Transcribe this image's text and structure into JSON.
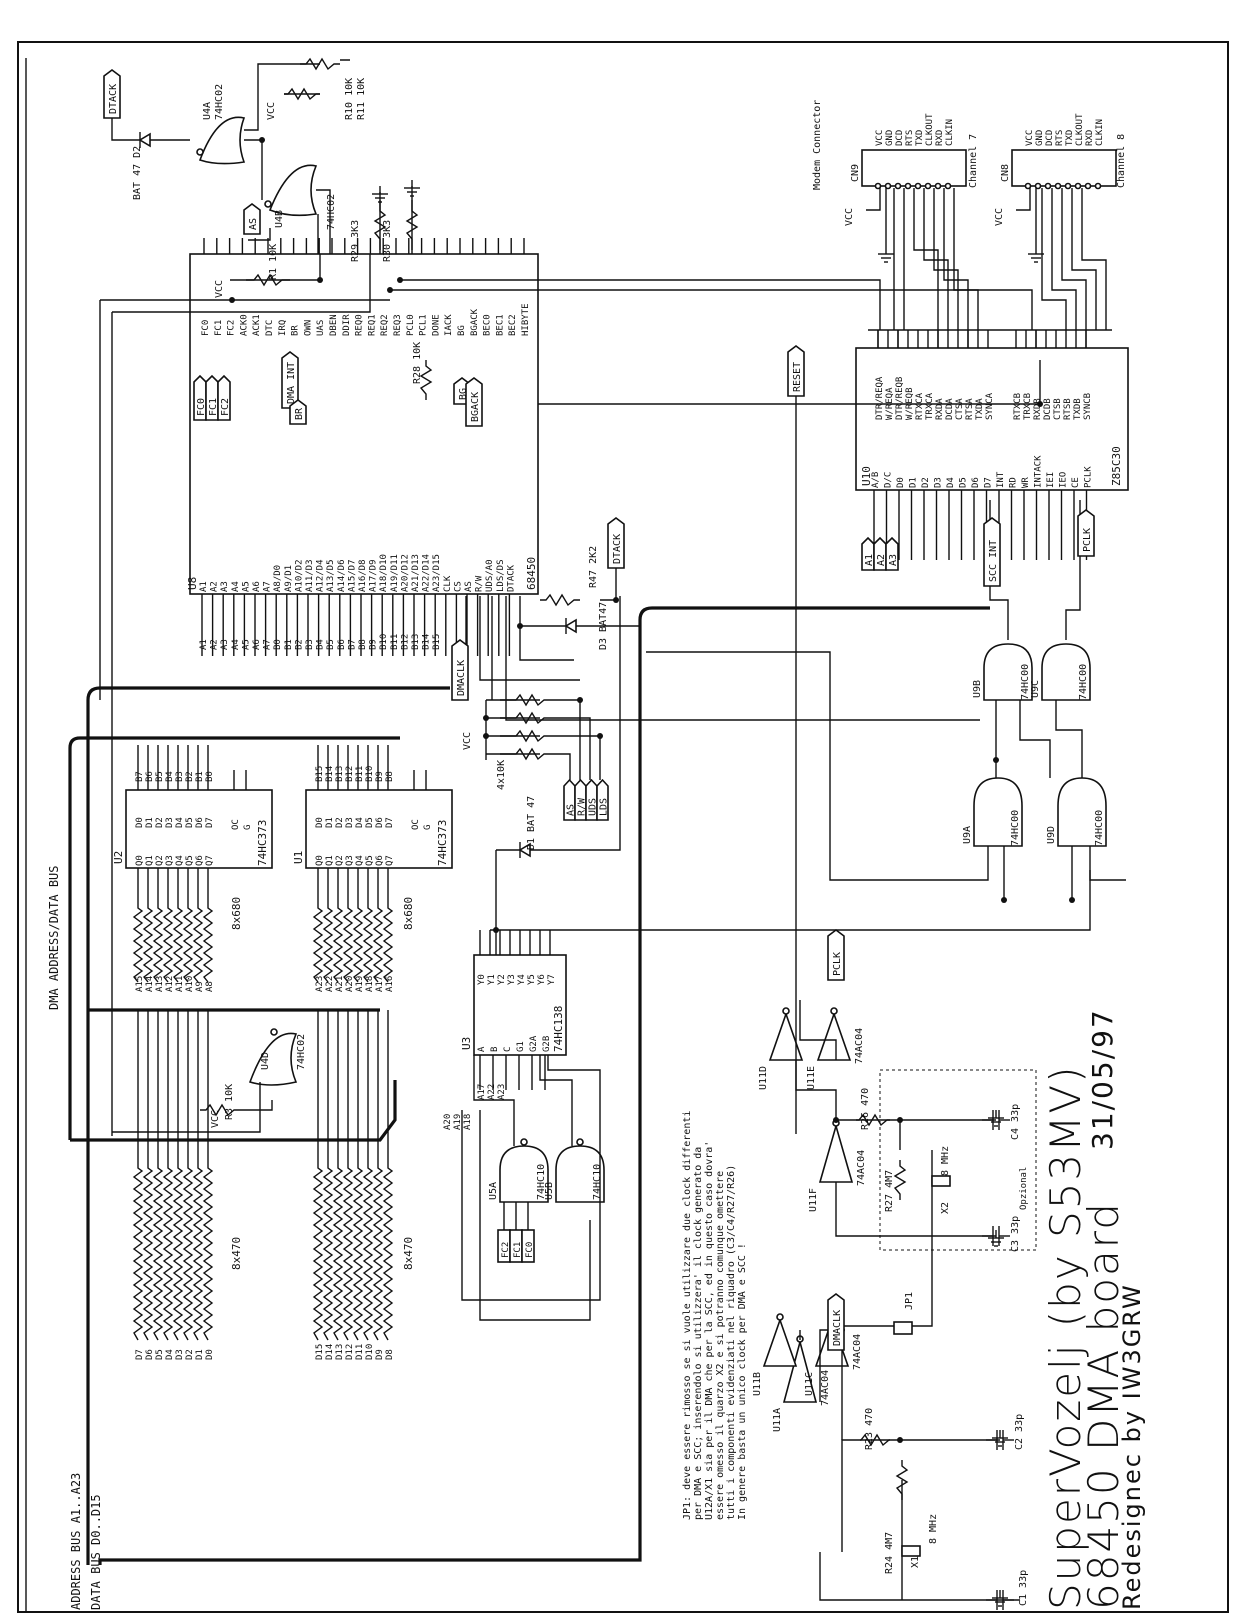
{
  "title": {
    "line1": "SuperVozelj  (by S53MV)",
    "line2": "68450 DMA board",
    "date": "31/05/97",
    "credit": "Redesignec by IW3GRW"
  },
  "buses": {
    "dma_bus": "DMA ADDRESS/DATA BUS",
    "address_bus": "ADDRESS BUS A1..A23",
    "data_bus": "DATA BUS D0..D15"
  },
  "note": {
    "lines": [
      "JP1: deve essere rimosso se si vuole utilizzare due clock differenti",
      "per DMA e SCC; inserendolo si utilizzera' il clock generato da",
      "U12A/X1 sia per il DMA che per la SCC, ed in questo caso dovra'",
      "essere omesso il quarzo X2 e si potranno comunque omettere",
      "tutti i componenti evidenziati nel riquadro (C3/C4/R27/R26)",
      "In genere basta un unico clock per DMA e SCC !"
    ]
  },
  "chips": {
    "u8": {
      "ref": "U8",
      "part": "68450",
      "pins_top": [
        "FC0",
        "FC1",
        "FC2",
        "ACK0",
        "ACK1",
        "DTC",
        "IRQ",
        "BR",
        "OWN",
        "UAS",
        "DBEN",
        "DDIR",
        "REQ0",
        "REQ1",
        "REQ2",
        "REQ3",
        "PCL0",
        "PCL1",
        "DONE",
        "IACK",
        "BG",
        "BGACK",
        "BEC0",
        "BEC1",
        "BEC2",
        "HIBYTE"
      ],
      "pins_bottom": [
        "A1",
        "A2",
        "A3",
        "A4",
        "A5",
        "A6",
        "A7",
        "A8/D0",
        "A9/D1",
        "A10/D2",
        "A11/D3",
        "A12/D4",
        "A13/D5",
        "A14/D6",
        "A15/D7",
        "A16/D8",
        "A17/D9",
        "A18/D10",
        "A19/D11",
        "A20/D12",
        "A21/D13",
        "A22/D14",
        "A23/D15",
        "CLK",
        "CS",
        "AS",
        "R/W",
        "UDS/A0",
        "LDS/DS",
        "DTACK"
      ]
    },
    "u10": {
      "ref": "U10",
      "part": "Z85C30",
      "pins_a": [
        "DTR/REQA",
        "W/REQA",
        "DTR/REQB",
        "W/REQB",
        "RTXCA",
        "TRXCA",
        "RXDA",
        "DCDA",
        "CTSA",
        "RTSA",
        "TXDA",
        "SYNCA"
      ],
      "pins_b": [
        "RTXCB",
        "TRXCB",
        "RXDB",
        "DCDB",
        "CTSB",
        "RTSB",
        "TXDB",
        "SYNCB"
      ],
      "pins_c": [
        "A/B",
        "D/C",
        "D0",
        "D1",
        "D2",
        "D3",
        "D4",
        "D5",
        "D6",
        "D7",
        "INT",
        "RD",
        "WR",
        "INTACK",
        "IEI",
        "IEO",
        "CE",
        "PCLK"
      ]
    },
    "u2": {
      "ref": "U2",
      "part": "74HC373"
    },
    "u1": {
      "ref": "U1",
      "part": "74HC373"
    },
    "u3": {
      "ref": "U3",
      "part": "74HC138"
    },
    "u4a": {
      "ref": "U4A",
      "part": "74HC02"
    },
    "u4b": {
      "ref": "U4B",
      "part": "74HC02"
    },
    "u4d": {
      "ref": "U4D",
      "part": "74HC02"
    },
    "u5a": {
      "ref": "U5A",
      "part": "74HC10"
    },
    "u5b": {
      "ref": "U5B",
      "part": "74HC10"
    },
    "u9a": {
      "ref": "U9A",
      "part": "74HC00"
    },
    "u9b": {
      "ref": "U9B",
      "part": "74HC00"
    },
    "u9c": {
      "ref": "U9C",
      "part": "74HC00"
    },
    "u9d": {
      "ref": "U9D",
      "part": "74HC00"
    },
    "u11a": {
      "ref": "U11A",
      "part": "74AC04"
    },
    "u11b": {
      "ref": "U11B",
      "part": ""
    },
    "u11c": {
      "ref": "U11C",
      "part": "74AC04"
    },
    "u11d": {
      "ref": "U11D",
      "part": ""
    },
    "u11e": {
      "ref": "U11E",
      "part": "74AC04"
    },
    "u11f": {
      "ref": "U11F",
      "part": "74AC04"
    }
  },
  "latch_pins": [
    "D0",
    "D1",
    "D2",
    "D3",
    "D4",
    "D5",
    "D6",
    "D7",
    "Q0",
    "Q1",
    "Q2",
    "Q3",
    "Q4",
    "Q5",
    "Q6",
    "Q7",
    "OC",
    "G"
  ],
  "u3_pins": [
    "Y0",
    "Y1",
    "Y2",
    "Y3",
    "Y4",
    "Y5",
    "Y6",
    "Y7",
    "A",
    "B",
    "C",
    "G1",
    "G2A",
    "G2B"
  ],
  "connectors": {
    "cn9": {
      "ref": "CN9",
      "title": "Modem Connector",
      "channel": "Channel 7",
      "pins": [
        "VCC",
        "GND",
        "DCD",
        "RTS",
        "TXD",
        "CLKOUT",
        "RXD",
        "CLKIN"
      ]
    },
    "cn8": {
      "ref": "CN8",
      "channel": "Channel 8",
      "pins": [
        "VCC",
        "GND",
        "DCD",
        "RTS",
        "TXD",
        "CLKOUT",
        "RXD",
        "CLKIN"
      ]
    }
  },
  "resistors": {
    "r10": "R10 10K",
    "r11": "R11 10K",
    "r1": "R1 10K",
    "r3": "R3 10K",
    "r29": "R29 3K3",
    "r30": "R30 3K3",
    "r28": "R28 10K",
    "r47": "R47 2K2",
    "r_array": "4x10K",
    "r_8x680_a": "8x680",
    "r_8x680_b": "8x680",
    "r_8x470_a": "8x470",
    "r_8x470_b": "8x470",
    "r23": "R23 470",
    "r24": "R24 4M7",
    "r26": "R26 470",
    "r27": "R27 4M7"
  },
  "diodes": {
    "d1": "D1 BAT 47",
    "d2": "BAT 47 D2",
    "d3": "D3 BAT47"
  },
  "crystals": {
    "x1": "X1",
    "x1_freq": "8 MHz",
    "x2": "X2",
    "x2_freq": "8 MHz"
  },
  "caps": {
    "c1": "C1 33p",
    "c2": "C2 33p",
    "c3": "C3 33p",
    "c4": "C4 33p"
  },
  "jumper": "JP1",
  "optional_label": "Opzional",
  "signals": {
    "dtack": "DTACK",
    "reset": "RESET",
    "pclk": "PCLK",
    "dmaclk": "DMACLK",
    "scc_int": "SCC INT",
    "dma_int": "DMA INT",
    "br": "BR",
    "bg": "BG",
    "bgack": "BGACK",
    "as": "AS",
    "vcc": "VCC",
    "fc": [
      "FC0",
      "FC1",
      "FC2"
    ],
    "scc_addr": [
      "A1",
      "A2",
      "A3"
    ],
    "ctrl": [
      "AS",
      "R/W",
      "UDS",
      "LDS"
    ],
    "u3_in": [
      "A17",
      "A22",
      "A23"
    ],
    "u3_in2": [
      "A20",
      "A19",
      "A18"
    ],
    "u5a_in": [
      "FC2",
      "FC1",
      "FC0"
    ]
  },
  "bus_labels": {
    "u2_d": [
      "B7",
      "B6",
      "B5",
      "B4",
      "B3",
      "B2",
      "B1",
      "B0"
    ],
    "u1_d": [
      "B15",
      "B14",
      "B13",
      "B12",
      "B11",
      "B10",
      "B9",
      "B8"
    ],
    "u2_q": [
      "A15",
      "A14",
      "A13",
      "A12",
      "A11",
      "A10",
      "A9",
      "A8"
    ],
    "u1_q": [
      "A23",
      "A22",
      "A21",
      "A20",
      "A19",
      "A18",
      "A17",
      "A16"
    ],
    "low_d": [
      "D7",
      "D6",
      "D5",
      "D4",
      "D3",
      "D2",
      "D1",
      "D0"
    ],
    "high_d": [
      "D15",
      "D14",
      "D13",
      "D12",
      "D11",
      "D10",
      "D9",
      "D8"
    ],
    "u8_addr": [
      "A1",
      "A2",
      "A3",
      "A4",
      "A5",
      "A6",
      "A7",
      "B0",
      "B1",
      "B2",
      "B3",
      "B4",
      "B5",
      "B6",
      "B7",
      "B8",
      "B9",
      "B10",
      "B11",
      "B12",
      "B13",
      "B14",
      "B15"
    ]
  }
}
